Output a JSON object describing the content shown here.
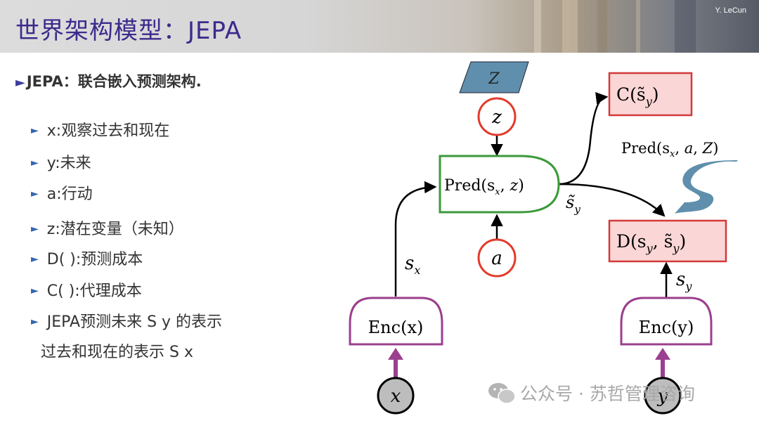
{
  "header": {
    "title": "世界架构模型：JEPA",
    "author": "Y. LeCun"
  },
  "slide": {
    "heading": "JEPA：联合嵌入预测架构.",
    "bullets": [
      "x:观察过去和现在",
      "y:未来",
      "a:行动",
      "z:潜在变量（未知）",
      "D( ):预测成本",
      "C( ):代理成本",
      "JEPA预测未来 S y 的表示"
    ],
    "bullet_continuation": "过去和现在的表示 S x"
  },
  "diagram": {
    "latent_set": "Z",
    "z_node": "z",
    "a_node": "a",
    "x_node": "x",
    "y_node": "y",
    "predictor": "Pred(s",
    "enc_x": "Enc(x)",
    "enc_y": "Enc(y)",
    "cost_c": "C(s̃",
    "cost_d": "D(s",
    "pred_family_label": "Pred(s",
    "sx_label": "s",
    "sy_label": "s",
    "sy_tilde_label": "s̃"
  },
  "colors": {
    "title": "#3d2a8c",
    "bullet_marker": "#3566b0",
    "encoder_border": "#9b3f8e",
    "predictor_border": "#3a9a3a",
    "cost_fill": "#fbd6d6",
    "cost_border": "#d23a3a",
    "latent_fill": "#5f8fac",
    "node_border": "#e23a2a",
    "input_fill": "#bdbdbd",
    "input_arrow": "#9b3f8e"
  },
  "watermark": {
    "text": "公众号 · 苏哲管理咨询",
    "icon": "wechat-icon"
  }
}
